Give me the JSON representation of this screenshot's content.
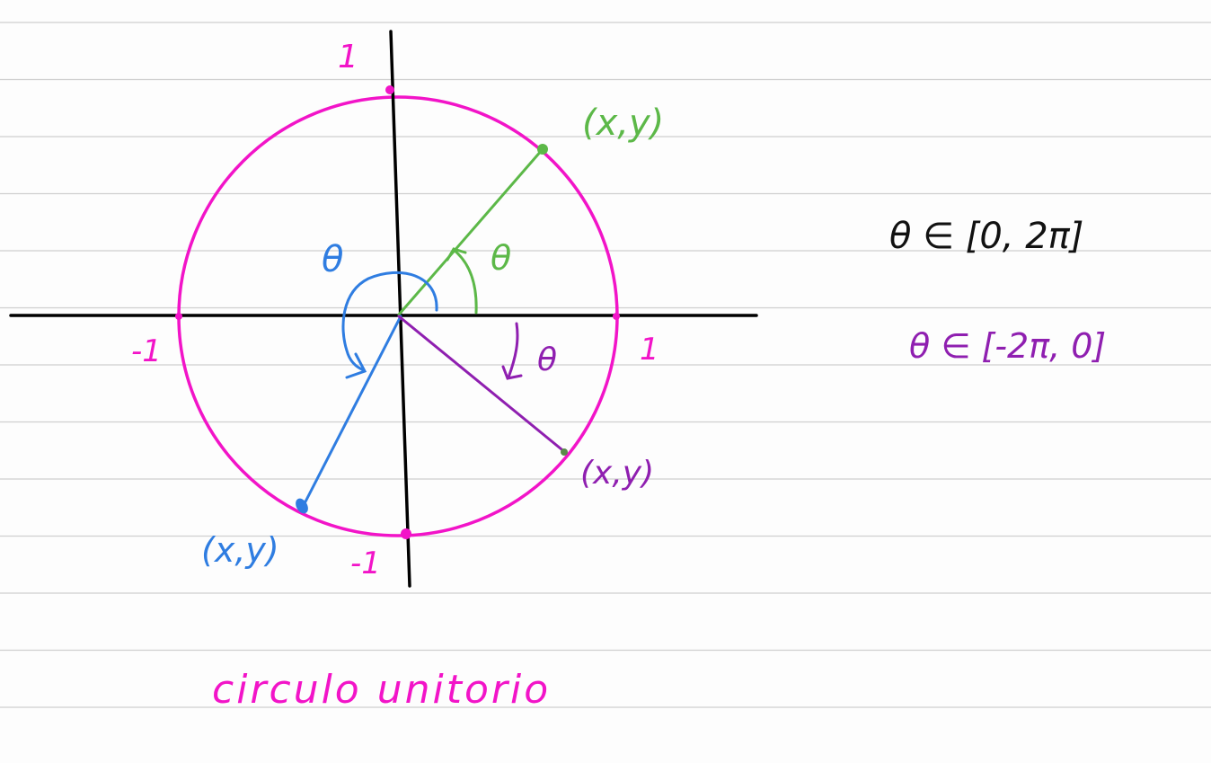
{
  "colors": {
    "circle": "#f214c8",
    "axes": "#000000",
    "green": "#5cb848",
    "blue": "#2f7de1",
    "purple": "#8f1fb0",
    "rule_lines": "#cfcfcf",
    "background": "#fdfdfd"
  },
  "labels": {
    "y_top": "1",
    "y_bottom": "-1",
    "x_left": "-1",
    "x_right": "1",
    "green_point": "(x,y)",
    "blue_point": "(x,y)",
    "purple_point": "(x,y)",
    "green_angle": "θ",
    "blue_angle": "θ",
    "purple_angle": "θ",
    "range_positive": "θ ∈ [0, 2π]",
    "range_negative": "θ ∈ [-2π, 0]",
    "caption": "circulo unitorio"
  }
}
